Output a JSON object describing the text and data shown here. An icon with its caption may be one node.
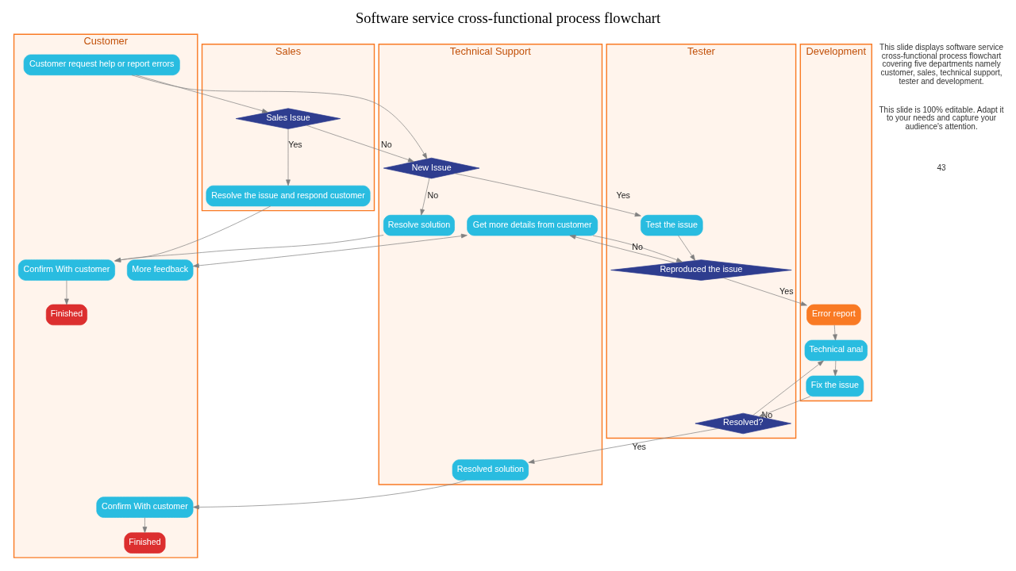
{
  "diagram": {
    "title": "Software service cross-functional process flowchart",
    "nodes": [
      {
        "text": [
          "Customer"
        ]
      },
      {
        "text": [
          "Customer request help or report errors"
        ],
        "in": 0
      },
      {
        "text": [
          "Finished"
        ],
        "in": 0
      },
      {
        "text": [
          "Confirm With customer"
        ],
        "in": 0
      },
      {
        "text": [
          "More feedback"
        ],
        "in": 0
      },
      {
        "text": [
          "Finished"
        ],
        "in": 0
      },
      {
        "text": [
          "Confirm With customer"
        ],
        "in": 0
      },
      {
        "text": [
          "Sales"
        ]
      },
      {
        "text": [
          "Sales Issue"
        ],
        "in": 7
      },
      {
        "text": [
          "Resolve the issue and respond customer"
        ],
        "in": 7
      },
      {
        "text": [
          "Technical Support"
        ]
      },
      {
        "text": [
          "New Issue"
        ],
        "in": 10
      },
      {
        "text": [
          "Resolve solution"
        ],
        "in": 10
      },
      {
        "text": [
          "Get more details from customer"
        ],
        "in": 10
      },
      {
        "text": [
          "Resolved solution"
        ],
        "in": 10
      },
      {
        "text": [
          "Tester"
        ]
      },
      {
        "text": [
          "Test the issue"
        ],
        "in": 15
      },
      {
        "text": [
          "Reproduced the issue"
        ],
        "in": 15
      },
      {
        "text": [
          "Resolved?"
        ],
        "in": 15
      },
      {
        "text": [
          "Development"
        ]
      },
      {
        "text": [
          "Error report"
        ],
        "in": 19
      },
      {
        "text": [
          "Technical anal"
        ],
        "in": 19
      },
      {
        "text": [
          "Fix the issue"
        ],
        "in": 19
      }
    ],
    "edges": [
      {
        "from": 1,
        "to": 8,
        "arrow": "to"
      },
      {
        "from": 1,
        "to": 11,
        "arrow": "to"
      },
      {
        "from": 8,
        "to": 9,
        "arrow": "to",
        "label": "Yes"
      },
      {
        "from": 8,
        "to": 11,
        "arrow": "to",
        "label": "No"
      },
      {
        "from": 9,
        "to": 3,
        "arrow": "to"
      },
      {
        "from": 11,
        "to": 12,
        "arrow": "to",
        "label": "No"
      },
      {
        "from": 12,
        "to": 3,
        "arrow": "to"
      },
      {
        "from": 3,
        "to": 2,
        "arrow": "to"
      },
      {
        "from": 11,
        "to": 16,
        "arrow": "to",
        "label": "Yes"
      },
      {
        "from": 16,
        "to": 17,
        "arrow": "to"
      },
      {
        "from": 13,
        "to": 17,
        "arrow": "to"
      },
      {
        "from": 17,
        "to": 13,
        "arrow": "to",
        "label": "No"
      },
      {
        "from": 4,
        "to": 13,
        "arrow": "both"
      },
      {
        "from": 17,
        "to": 20,
        "arrow": "to",
        "label": "Yes"
      },
      {
        "from": 20,
        "to": 21,
        "arrow": "to"
      },
      {
        "from": 21,
        "to": 22,
        "arrow": "to"
      },
      {
        "from": 22,
        "to": 18,
        "arrow": "to"
      },
      {
        "from": 18,
        "to": 21,
        "arrow": "to",
        "label": "No"
      },
      {
        "from": 18,
        "to": 14,
        "arrow": "to",
        "label": "Yes"
      },
      {
        "from": 14,
        "to": 6,
        "arrow": "to"
      },
      {
        "from": 6,
        "to": 5,
        "arrow": "to"
      }
    ],
    "labels": [
      "This slide displays software service cross-functional process flowchart covering five departments namely customer, sales, technical support, tester and development.",
      "This slide is 100% editable. Adapt it to your needs and capture your audience's attention.",
      "43"
    ]
  }
}
